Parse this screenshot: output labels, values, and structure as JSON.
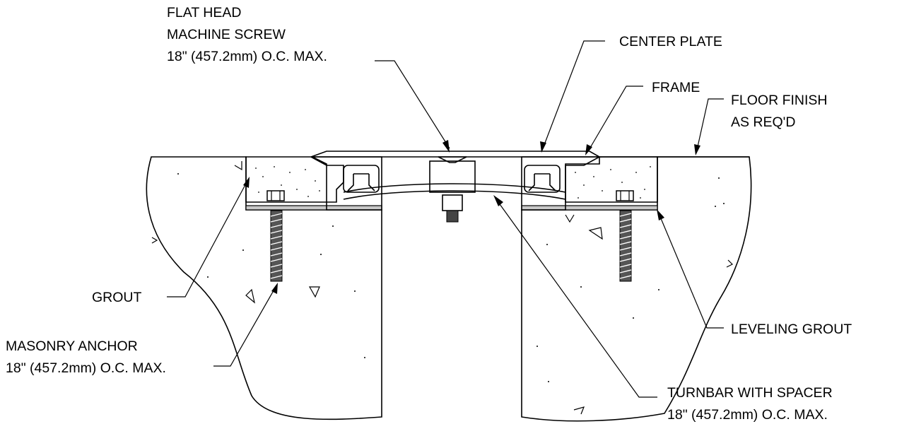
{
  "labels": {
    "flat_head_screw": [
      "FLAT HEAD",
      "MACHINE SCREW",
      "18\" (457.2mm) O.C. MAX."
    ],
    "center_plate": "CENTER PLATE",
    "frame": "FRAME",
    "floor_finish": [
      "FLOOR FINISH",
      "AS REQ'D"
    ],
    "grout": "GROUT",
    "leveling_grout": "LEVELING GROUT",
    "masonry_anchor": [
      "MASONRY ANCHOR",
      "18\" (457.2mm) O.C. MAX."
    ],
    "turnbar": [
      "TURNBAR WITH SPACER",
      "18\" (457.2mm) O.C. MAX."
    ]
  }
}
